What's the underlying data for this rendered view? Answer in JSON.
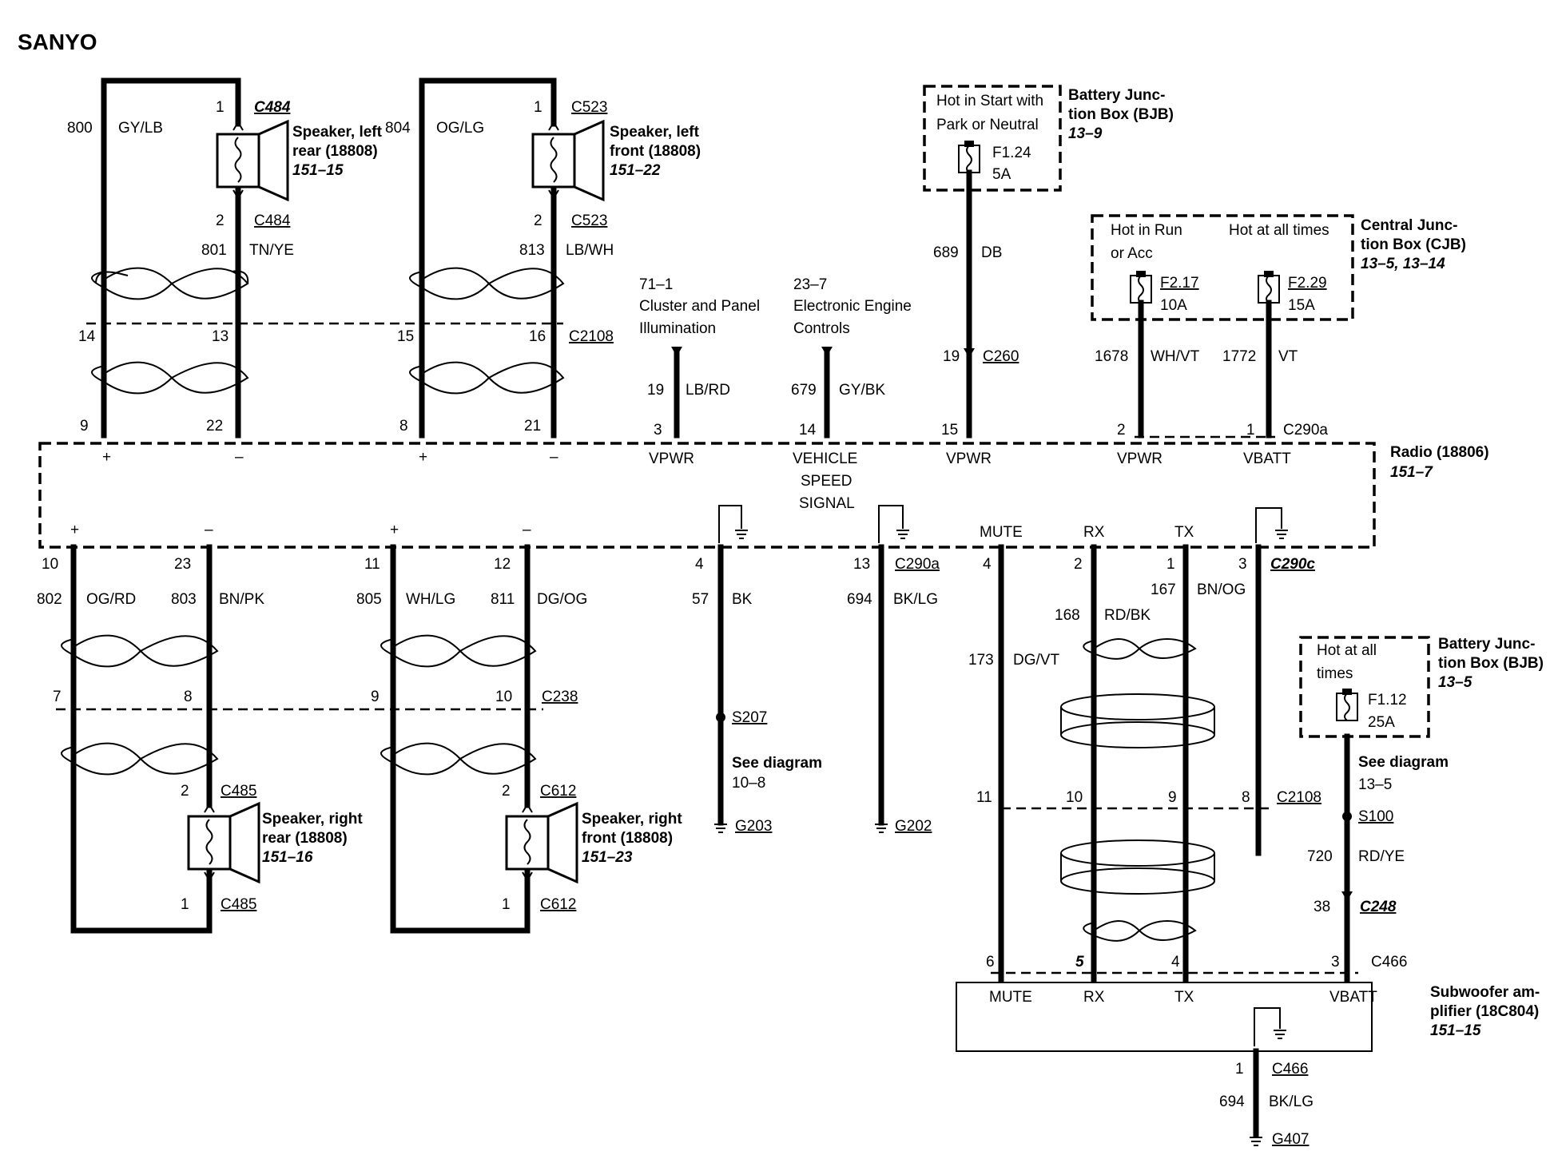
{
  "title": "SANYO",
  "speakers": {
    "left_rear": {
      "name_line1": "Speaker, left",
      "name_line2": "rear (18808)",
      "ref": "151–15"
    },
    "left_front": {
      "name_line1": "Speaker, left",
      "name_line2": "front (18808)",
      "ref": "151–22"
    },
    "right_rear": {
      "name_line1": "Speaker, right",
      "name_line2": "rear (18808)",
      "ref": "151–16"
    },
    "right_front": {
      "name_line1": "Speaker, right",
      "name_line2": "front (18808)",
      "ref": "151–23"
    }
  },
  "connectors": {
    "c484": "C484",
    "c523": "C523",
    "c2108": "C2108",
    "c290a": "C290a",
    "c290c": "C290c",
    "c238": "C238",
    "c485": "C485",
    "c612": "C612",
    "c260": "C260",
    "c248": "C248",
    "c466": "C466",
    "s207": "S207",
    "s100": "S100",
    "g203": "G203",
    "g202": "G202",
    "g407": "G407"
  },
  "wires": {
    "w800": {
      "num": "800",
      "color": "GY/LB"
    },
    "w801": {
      "num": "801",
      "color": "TN/YE"
    },
    "w804": {
      "num": "804",
      "color": "OG/LG"
    },
    "w813": {
      "num": "813",
      "color": "LB/WH"
    },
    "w19": {
      "num": "19",
      "color": "LB/RD"
    },
    "w679": {
      "num": "679",
      "color": "GY/BK"
    },
    "w689": {
      "num": "689",
      "color": "DB"
    },
    "w1678": {
      "num": "1678",
      "color": "WH/VT"
    },
    "w1772": {
      "num": "1772",
      "color": "VT"
    },
    "w802": {
      "num": "802",
      "color": "OG/RD"
    },
    "w803": {
      "num": "803",
      "color": "BN/PK"
    },
    "w805": {
      "num": "805",
      "color": "WH/LG"
    },
    "w811": {
      "num": "811",
      "color": "DG/OG"
    },
    "w57": {
      "num": "57",
      "color": "BK"
    },
    "w694a": {
      "num": "694",
      "color": "BK/LG"
    },
    "w173": {
      "num": "173",
      "color": "DG/VT"
    },
    "w168": {
      "num": "168",
      "color": "RD/BK"
    },
    "w167": {
      "num": "167",
      "color": "BN/OG"
    },
    "w720": {
      "num": "720",
      "color": "RD/YE"
    },
    "w694b": {
      "num": "694",
      "color": "BK/LG"
    }
  },
  "pins": {
    "p1": "1",
    "p2": "2",
    "p3": "3",
    "p4": "4",
    "p5": "5",
    "p6": "6",
    "p7": "7",
    "p8": "8",
    "p9": "9",
    "p10": "10",
    "p11": "11",
    "p12": "12",
    "p13": "13",
    "p14": "14",
    "p15": "15",
    "p16": "16",
    "p21": "21",
    "p22": "22",
    "p23": "23",
    "p19": "19",
    "p38": "38"
  },
  "polarity": {
    "plus": "+",
    "minus": "–"
  },
  "refs": {
    "cluster_ref": "71–1",
    "cluster_l1": "Cluster and Panel",
    "cluster_l2": "Illumination",
    "eec_ref": "23–7",
    "eec_l1": "Electronic Engine",
    "eec_l2": "Controls",
    "see_diagram": "See diagram",
    "see_10_8": "10–8",
    "see_13_5": "13–5"
  },
  "bjb_top": {
    "hot1": "Hot in Start with",
    "hot2": "Park or Neutral",
    "fuse": "F1.24",
    "amp": "5A",
    "name1": "Battery Junc-",
    "name2": "tion Box (BJB)",
    "ref": "13–9"
  },
  "cjb": {
    "hot_run1": "Hot in Run",
    "hot_run2": "or Acc",
    "hot_all": "Hot at all times",
    "fuse1": "F2.17",
    "amp1": "10A",
    "fuse2": "F2.29",
    "amp2": "15A",
    "name1": "Central Junc-",
    "name2": "tion Box (CJB)",
    "ref": "13–5, 13–14"
  },
  "bjb_right": {
    "hot1": "Hot at all",
    "hot2": "times",
    "fuse": "F1.12",
    "amp": "25A",
    "name1": "Battery Junc-",
    "name2": "tion Box (BJB)",
    "ref": "13–5"
  },
  "radio": {
    "name": "Radio (18806)",
    "ref": "151–7",
    "vpwr": "VPWR",
    "vss1": "VEHICLE",
    "vss2": "SPEED",
    "vss3": "SIGNAL",
    "vbatt": "VBATT",
    "mute": "MUTE",
    "rx": "RX",
    "tx": "TX"
  },
  "sub": {
    "name1": "Subwoofer am-",
    "name2": "plifier (18C804)",
    "ref": "151–15",
    "mute": "MUTE",
    "rx": "RX",
    "tx": "TX",
    "vbatt": "VBATT"
  }
}
